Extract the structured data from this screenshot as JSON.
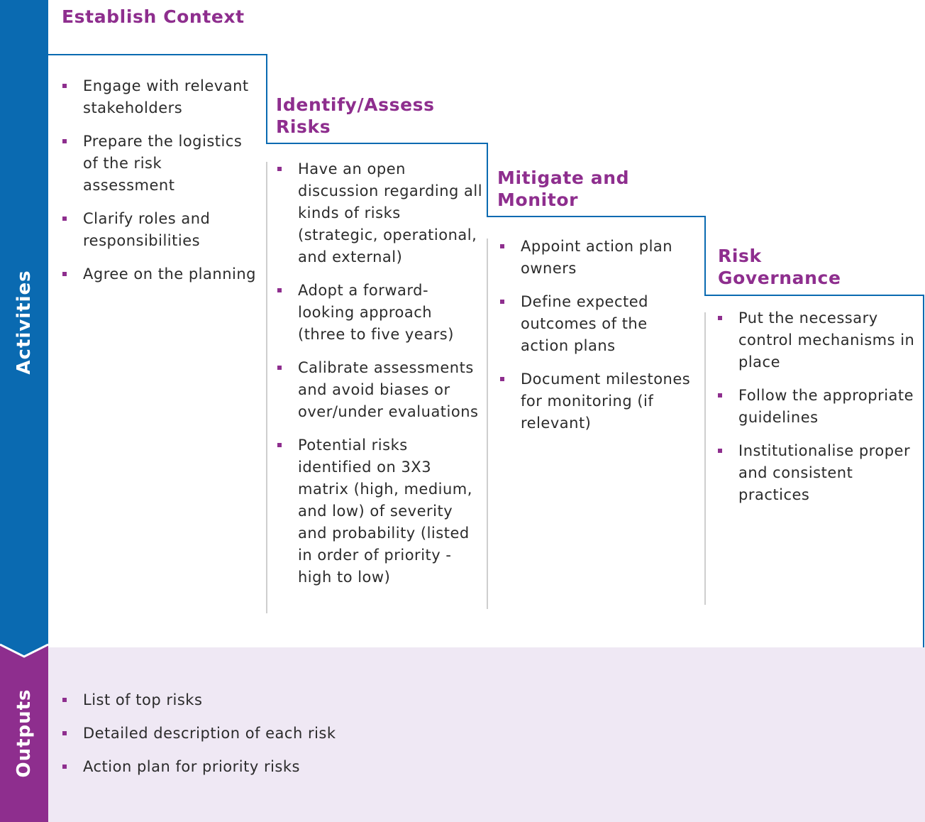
{
  "sidebar": {
    "activities_label": "Activities",
    "outputs_label": "Outputs"
  },
  "stages": [
    {
      "title": "Establish Context",
      "items": [
        "Engage with relevant stakeholders",
        "Prepare the logistics of the risk assessment",
        "Clarify roles and responsibilities",
        "Agree on the planning"
      ]
    },
    {
      "title": "Identify/Assess Risks",
      "items": [
        "Have an open discussion regarding all kinds of risks (strategic, operational, and external)",
        "Adopt a forward-looking approach (three to five years)",
        "Calibrate assessments and avoid biases or over/under evaluations",
        "Potential risks identified on 3X3 matrix (high, medium, and low) of severity and probability (listed in order of priority - high to low)"
      ]
    },
    {
      "title": "Mitigate and Monitor",
      "items": [
        "Appoint action plan owners",
        "Define expected outcomes of the action plans",
        "Document milestones for monitoring (if relevant)"
      ]
    },
    {
      "title": "Risk Governance",
      "items": [
        "Put the necessary control mechanisms in place",
        "Follow the appropriate guidelines",
        "Institutionalise proper and consistent practices"
      ]
    }
  ],
  "outputs": [
    "List of top risks",
    "Detailed description of each risk",
    "Action plan for priority risks"
  ],
  "colors": {
    "activities_bar": "#0a6ab1",
    "outputs_bar": "#8e2e8e",
    "title_accent": "#8e2e8e",
    "outputs_background": "#efe8f4",
    "step_line": "#0a6ab1",
    "divider": "#bdbdbd"
  }
}
